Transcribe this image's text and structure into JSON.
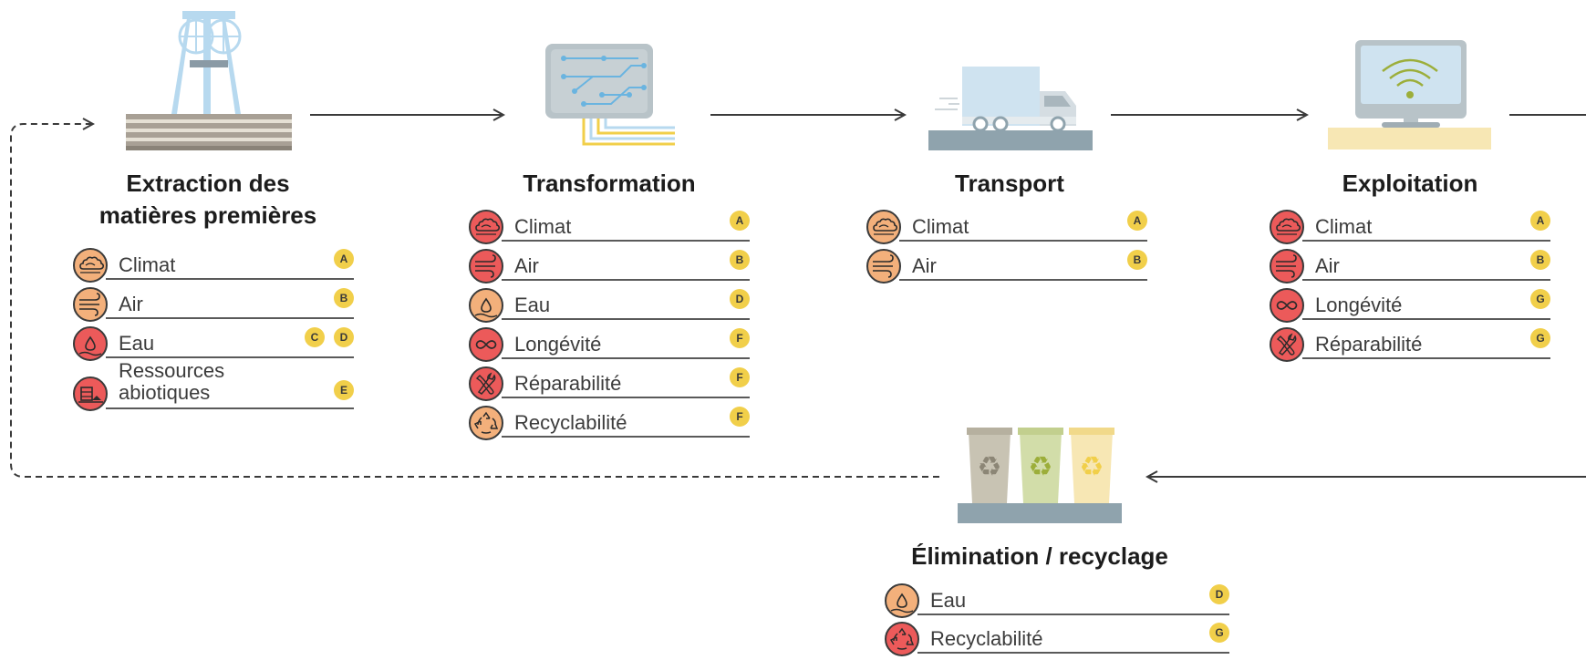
{
  "stages": {
    "extraction": {
      "title_line1": "Extraction des",
      "title_line2": "matières premières",
      "impacts": [
        {
          "label": "Climat",
          "badges": [
            "A"
          ],
          "severity": "orange",
          "icon": "climate-icon"
        },
        {
          "label": "Air",
          "badges": [
            "B"
          ],
          "severity": "orange",
          "icon": "air-icon"
        },
        {
          "label": "Eau",
          "badges": [
            "C",
            "D"
          ],
          "severity": "red",
          "icon": "water-icon"
        },
        {
          "label_line1": "Ressources",
          "label_line2": "abiotiques",
          "badges": [
            "E"
          ],
          "severity": "red",
          "icon": "abiotic-resources-icon"
        }
      ]
    },
    "transformation": {
      "title": "Transformation",
      "impacts": [
        {
          "label": "Climat",
          "badges": [
            "A"
          ],
          "severity": "red",
          "icon": "climate-icon"
        },
        {
          "label": "Air",
          "badges": [
            "B"
          ],
          "severity": "red",
          "icon": "air-icon"
        },
        {
          "label": "Eau",
          "badges": [
            "D"
          ],
          "severity": "orange",
          "icon": "water-icon"
        },
        {
          "label": "Longévité",
          "badges": [
            "F"
          ],
          "severity": "red",
          "icon": "longevity-icon"
        },
        {
          "label": "Réparabilité",
          "badges": [
            "F"
          ],
          "severity": "red",
          "icon": "repairability-icon"
        },
        {
          "label": "Recyclabilité",
          "badges": [
            "F"
          ],
          "severity": "orange",
          "icon": "recyclability-icon"
        }
      ]
    },
    "transport": {
      "title": "Transport",
      "impacts": [
        {
          "label": "Climat",
          "badges": [
            "A"
          ],
          "severity": "orange",
          "icon": "climate-icon"
        },
        {
          "label": "Air",
          "badges": [
            "B"
          ],
          "severity": "orange",
          "icon": "air-icon"
        }
      ]
    },
    "exploitation": {
      "title": "Exploitation",
      "impacts": [
        {
          "label": "Climat",
          "badges": [
            "A"
          ],
          "severity": "red",
          "icon": "climate-icon"
        },
        {
          "label": "Air",
          "badges": [
            "B"
          ],
          "severity": "red",
          "icon": "air-icon"
        },
        {
          "label": "Longévité",
          "badges": [
            "G"
          ],
          "severity": "red",
          "icon": "longevity-icon"
        },
        {
          "label": "Réparabilité",
          "badges": [
            "G"
          ],
          "severity": "red",
          "icon": "repairability-icon"
        }
      ]
    },
    "elimination": {
      "title": "Élimination / recyclage",
      "impacts": [
        {
          "label": "Eau",
          "badges": [
            "D"
          ],
          "severity": "orange",
          "icon": "water-icon"
        },
        {
          "label": "Recyclabilité",
          "badges": [
            "G"
          ],
          "severity": "red",
          "icon": "recyclability-icon"
        }
      ]
    }
  },
  "colors": {
    "severity_orange": "#f3b07b",
    "severity_red": "#ec5a5a",
    "badge": "#f1cf4a",
    "arrow": "#3a3a3a"
  }
}
